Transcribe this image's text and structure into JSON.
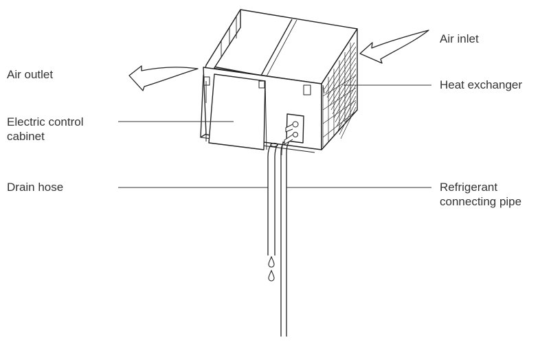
{
  "labels": {
    "air_inlet": "Air inlet",
    "air_outlet": "Air outlet",
    "heat_exchanger": "Heat exchanger",
    "electric_control_line1": "Electric control",
    "electric_control_line2": "cabinet",
    "drain_hose": "Drain hose",
    "refrigerant_line1": "Refrigerant",
    "refrigerant_line2": "connecting pipe"
  },
  "colors": {
    "ink": "#222222",
    "text": "#333333",
    "arrow_fill": "#ffffff"
  },
  "icons": {
    "inlet_arrow": "arrow-left-icon",
    "outlet_arrow": "arrow-left-icon",
    "drops": "water-drop-icon"
  }
}
